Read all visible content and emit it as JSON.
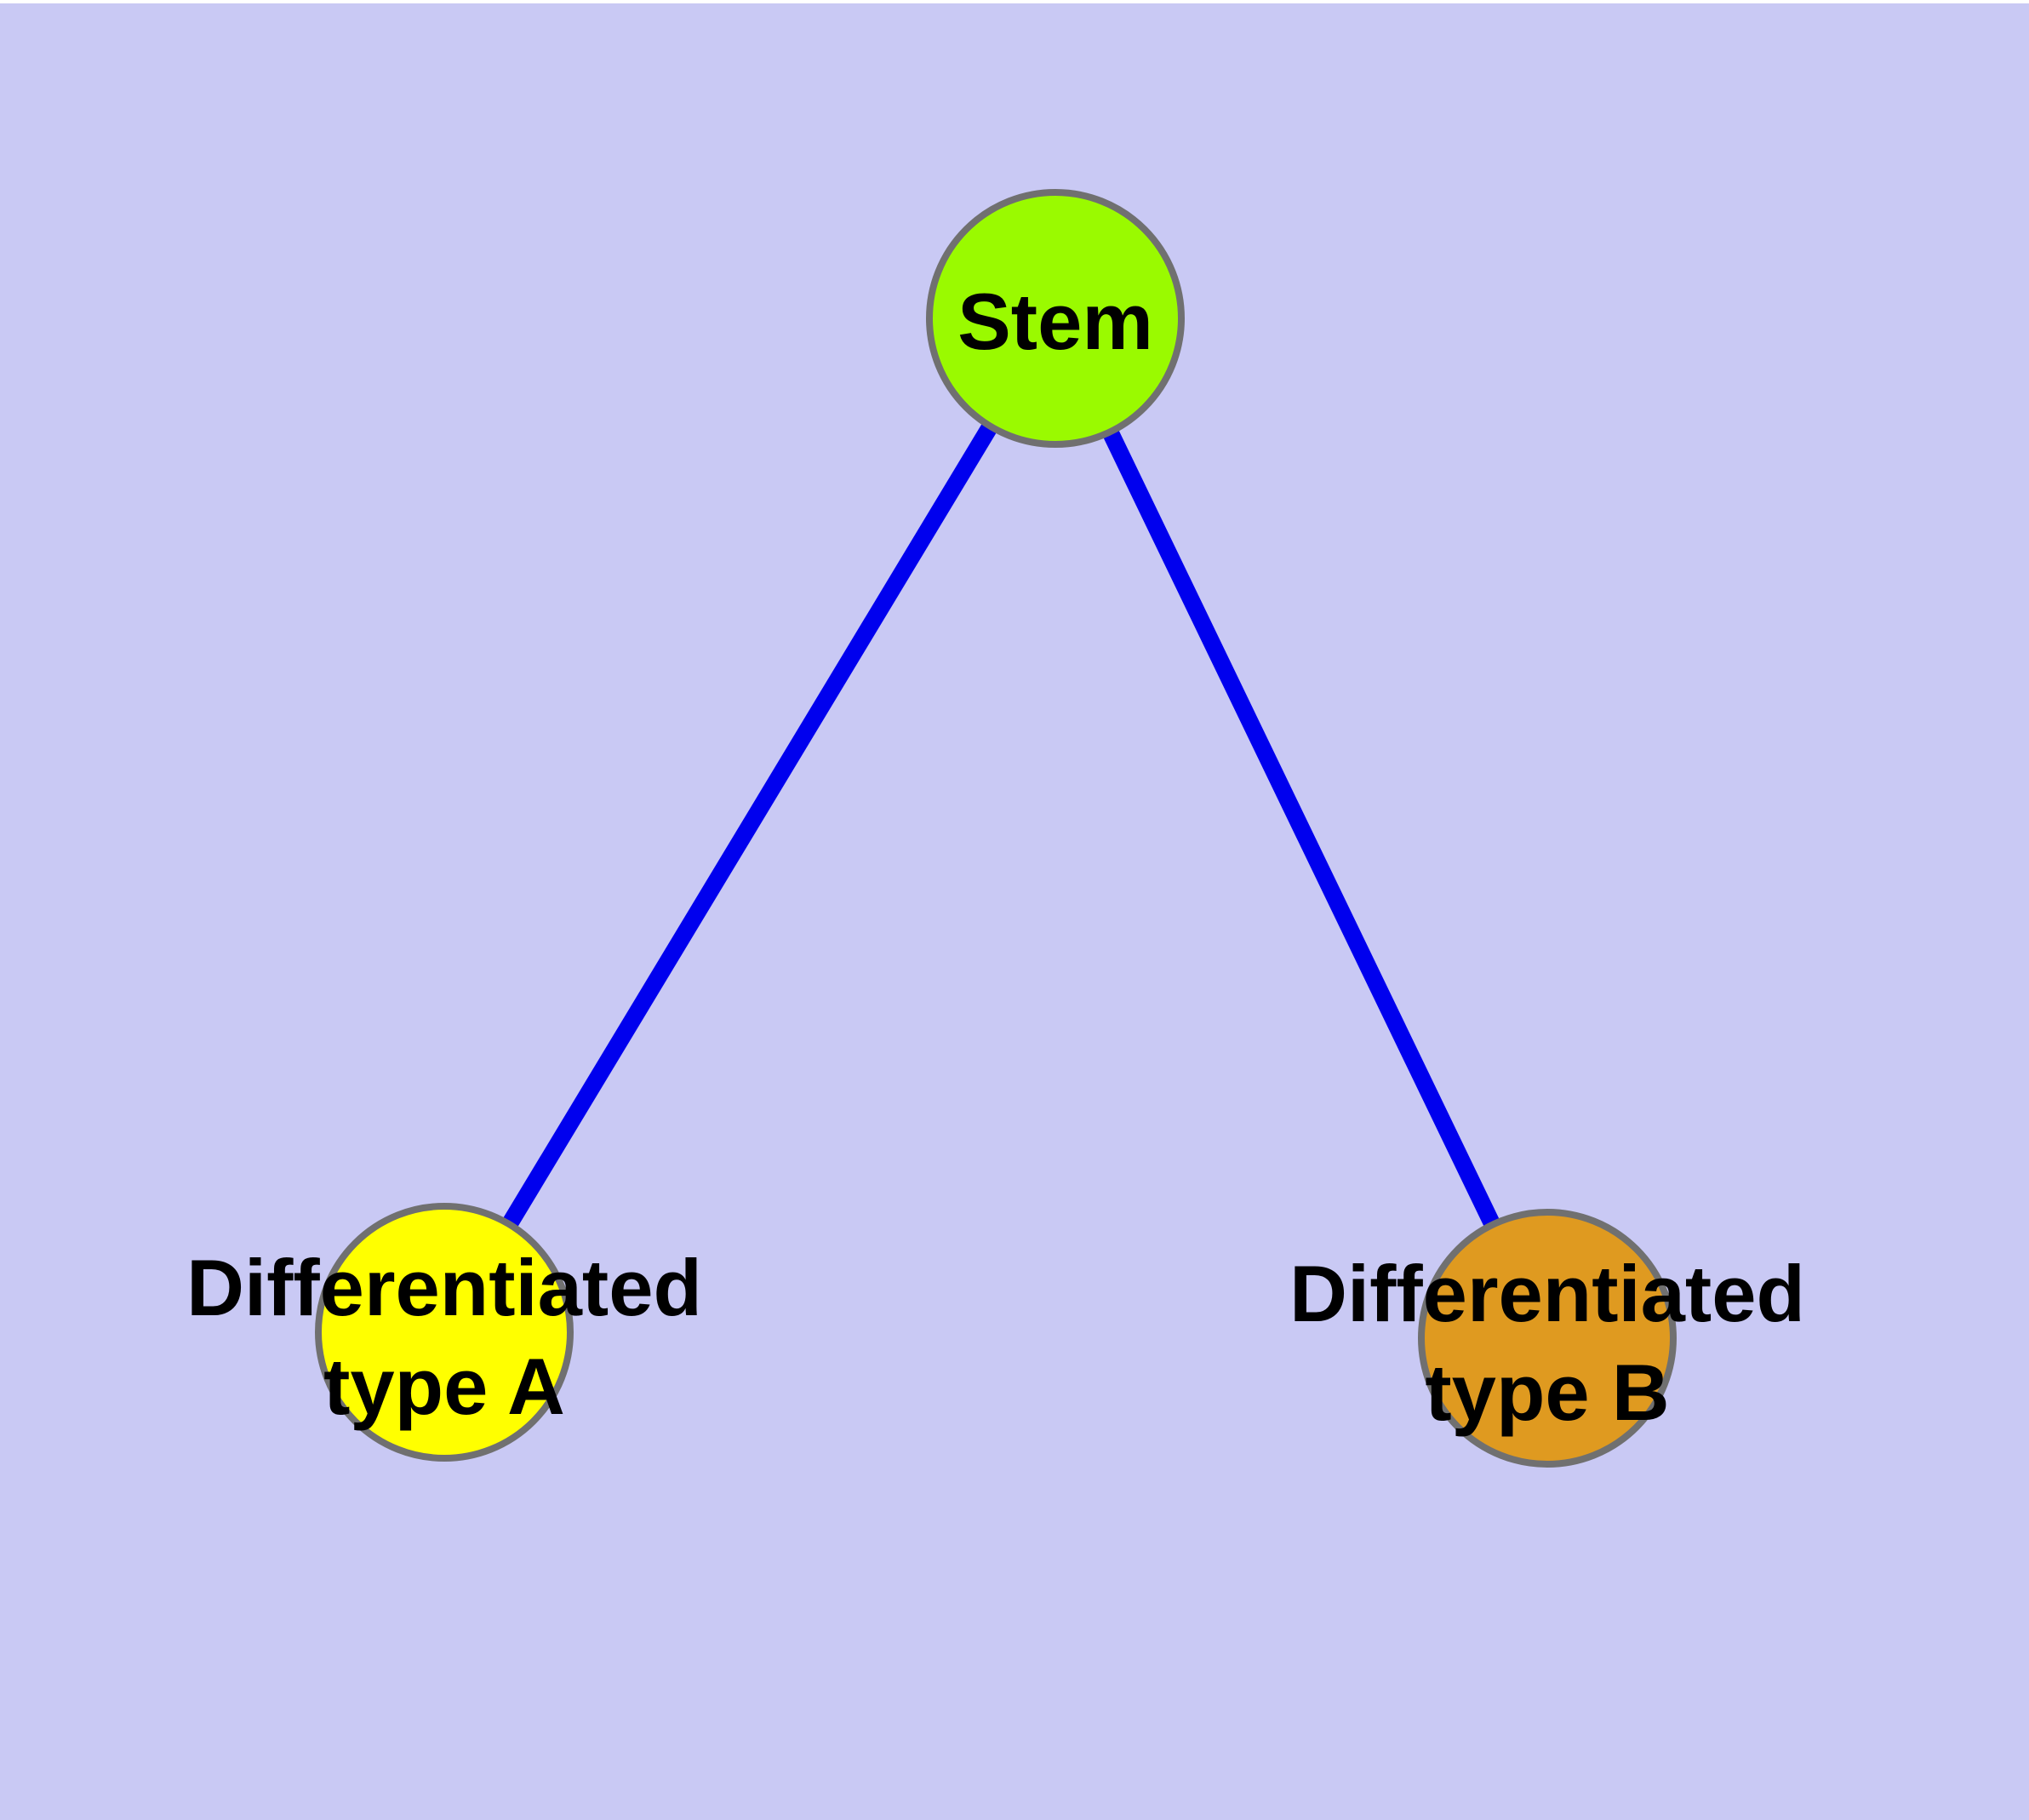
{
  "diagram": {
    "type": "node-link-graph",
    "background_color": "#C9C9F4",
    "top_strip_color": "#FFFFFF",
    "edge_color": "#0000EE",
    "node_border_color": "#707070",
    "label_color": "#000000",
    "nodes": [
      {
        "id": "stem",
        "label": "Stem",
        "fill_color": "#9AFA00"
      },
      {
        "id": "type-a",
        "label": "Differentiated type A",
        "label_lines": [
          "Differentiated",
          "type A"
        ],
        "fill_color": "#FFFF00"
      },
      {
        "id": "type-b",
        "label": "Differentiated type B",
        "label_lines": [
          "Differentiated",
          "type B"
        ],
        "fill_color": "#DF9A20"
      }
    ],
    "edges": [
      {
        "from": "stem",
        "to": "type-a"
      },
      {
        "from": "stem",
        "to": "type-b"
      }
    ]
  }
}
